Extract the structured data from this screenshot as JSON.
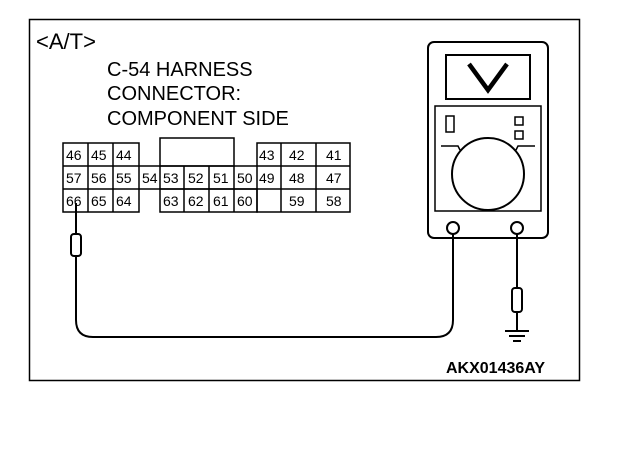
{
  "section_label": "<A/T>",
  "connector": {
    "title_lines": [
      "C-54 HARNESS",
      "CONNECTOR:",
      "COMPONENT SIDE"
    ],
    "pins": {
      "row1_left": [
        "46",
        "45",
        "44"
      ],
      "row1_right": [
        "43",
        "42",
        "41"
      ],
      "row2": [
        "57",
        "56",
        "55",
        "54",
        "53",
        "52",
        "51",
        "50",
        "49",
        "48",
        "47"
      ],
      "row3_left": [
        "66",
        "65",
        "64"
      ],
      "row3_mid": [
        "63",
        "62",
        "61",
        "60"
      ],
      "row3_right": [
        "59",
        "58"
      ]
    }
  },
  "meter": {
    "display_symbol": "V"
  },
  "figure_code": "AKX01436AY"
}
